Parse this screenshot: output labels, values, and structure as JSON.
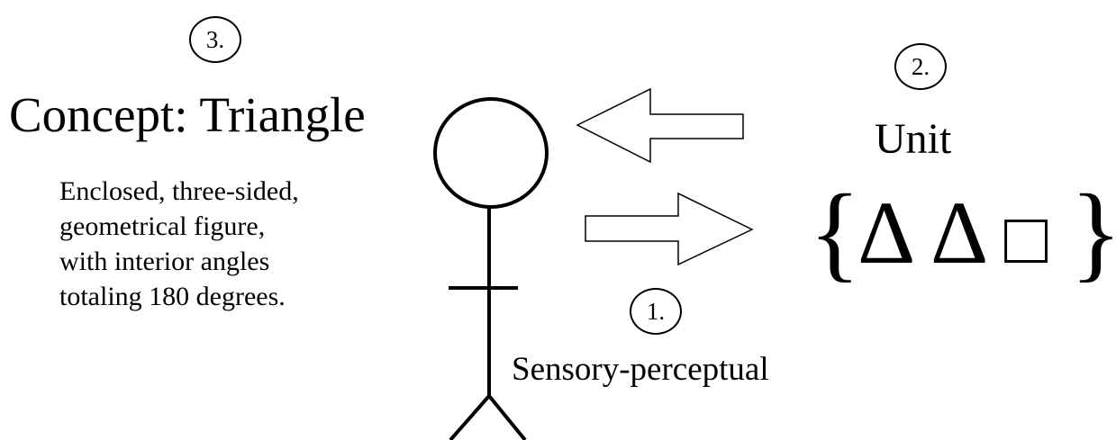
{
  "step3": {
    "number": "3.",
    "title": "Concept: Triangle",
    "definition_lines": [
      "Enclosed, three-sided,",
      "geometrical figure,",
      "with interior angles",
      "totaling 180 degrees."
    ]
  },
  "step2": {
    "number": "2.",
    "label": "Unit",
    "brace_open": "{",
    "brace_close": "}",
    "symbols": [
      "Δ",
      "Δ",
      "□"
    ]
  },
  "step1": {
    "number": "1.",
    "label": "Sensory-perceptual"
  },
  "figure": {
    "icon": "stick-figure-icon"
  },
  "arrows": [
    {
      "icon": "arrow-left-icon",
      "direction": "left"
    },
    {
      "icon": "arrow-right-icon",
      "direction": "right"
    }
  ]
}
